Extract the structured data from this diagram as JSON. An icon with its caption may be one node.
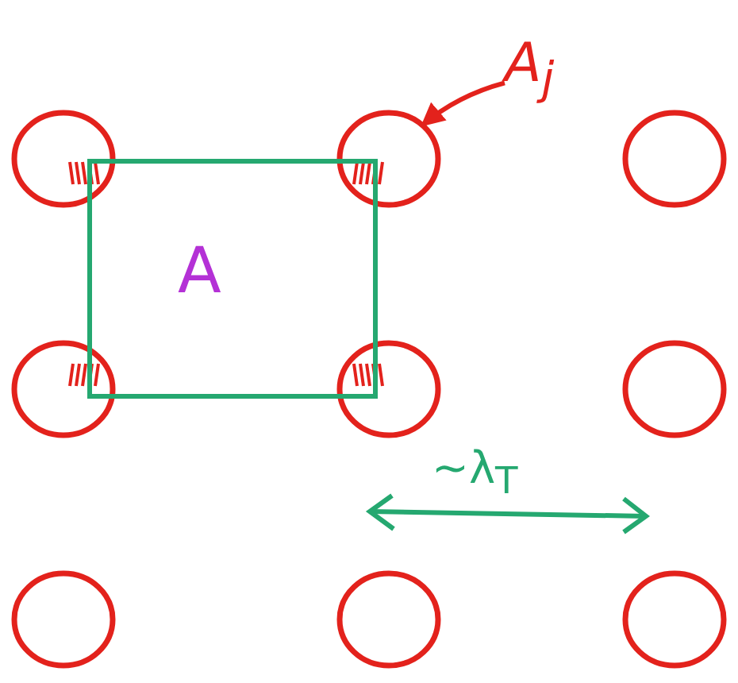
{
  "diagram": {
    "nodes": [
      {
        "text": [
          "A$_{j}$"
        ]
      },
      {
        "text": [],
        "shape": "circle"
      },
      {
        "text": [],
        "shape": "circle"
      },
      {
        "text": [],
        "shape": "circle"
      },
      {
        "text": [],
        "shape": "circle"
      },
      {
        "text": [],
        "shape": "circle"
      },
      {
        "text": [],
        "shape": "circle"
      },
      {
        "text": [],
        "shape": "circle"
      },
      {
        "text": [],
        "shape": "circle"
      },
      {
        "text": [],
        "shape": "circle"
      },
      {
        "text": [
          "A"
        ]
      }
    ],
    "edges": [
      {
        "from": 0,
        "to": 2,
        "arrow": "to",
        "color": "#e3221c"
      }
    ],
    "labels": [
      "∼λ$_{T}$"
    ]
  }
}
